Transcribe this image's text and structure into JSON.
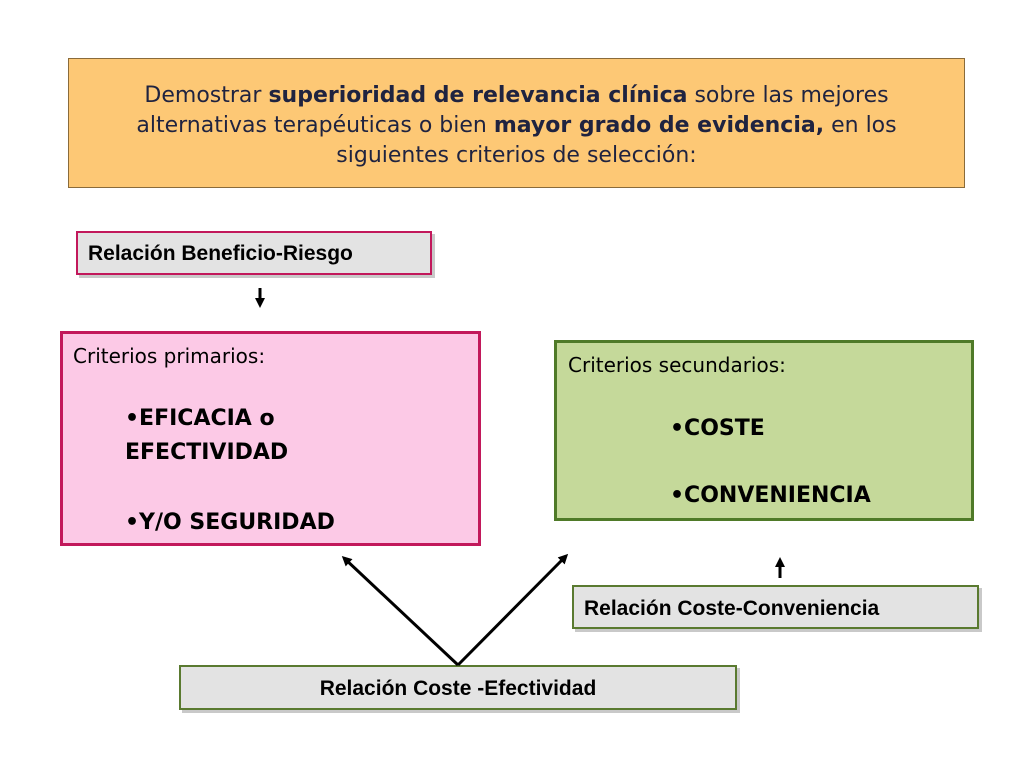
{
  "header": {
    "part1": "Demostrar ",
    "bold1": "superioridad de relevancia clínica",
    "part2": " sobre las mejores alternativas terapéuticas o bien ",
    "bold2": "mayor grado de evidencia,",
    "part3": " en los siguientes criterios de selección:"
  },
  "benefit_risk_label": "Relación Beneficio-Riesgo",
  "primary": {
    "title": "Criterios primarios:",
    "items": [
      "•EFICACIA o EFECTIVIDAD",
      "•Y/O SEGURIDAD"
    ]
  },
  "secondary": {
    "title": "Criterios secundarios:",
    "items": [
      "•COSTE",
      "•CONVENIENCIA"
    ]
  },
  "cost_convenience_label": "Relación Coste-Conveniencia",
  "cost_effectiveness_label": "Relación Coste -Efectividad",
  "colors": {
    "header_bg": "#fdc875",
    "primary_bg": "#fcc9e6",
    "primary_border": "#c2185b",
    "secondary_bg": "#c5d99a",
    "secondary_border": "#4f7a28",
    "label_bg": "#e3e3e3"
  }
}
